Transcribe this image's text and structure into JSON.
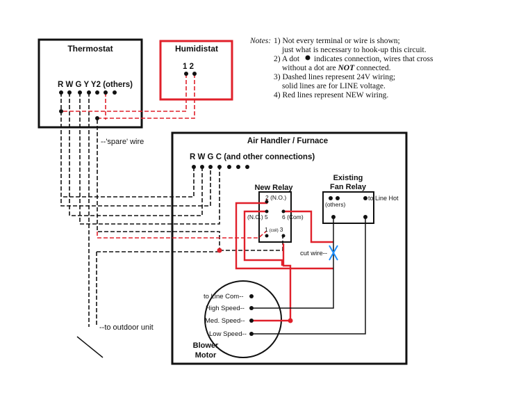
{
  "thermostat": {
    "title": "Thermostat",
    "terminals": "R W G  Y Y2 (others)"
  },
  "humidistat": {
    "title": "Humidistat",
    "terminals": "1  2"
  },
  "notes": {
    "heading": "Notes:",
    "n1a": "1) Not every terminal or wire is shown;",
    "n1b": "just what is necessary to hook-up this circuit.",
    "n2a_pre": "2) A dot",
    "n2a_post": "indicates connection, wires that cross",
    "n2b_pre": "without a dot are ",
    "n2b_not": "NOT",
    "n2b_post": " connected.",
    "n3a": "3) Dashed lines represent 24V wiring;",
    "n3b": "solid lines are for LINE voltage.",
    "n4": "4) Red lines represent NEW wiring."
  },
  "spare_wire_label": "--'spare' wire",
  "outdoor_unit_label": "--to outdoor unit",
  "air_handler": {
    "title": "Air Handler / Furnace",
    "terminals": "R W G  C  (and other connections)"
  },
  "new_relay": {
    "title": "New Relay",
    "no_label": "2 (N.O.)",
    "nc_label": "(N.C.) 5",
    "com_label": "6 (Com)",
    "coil_label_pre": "1",
    "coil_label_mid": "(coil)",
    "coil_label_post": "3"
  },
  "fan_relay": {
    "title_line1": "Existing",
    "title_line2": "Fan Relay",
    "others_label": "(others)",
    "line_hot_label": "to Line Hot"
  },
  "cut_wire_label": "cut wire--",
  "blower": {
    "line_com": "to Line Com--",
    "high": "High Speed--",
    "med": "Med. Speed--",
    "low": "Low Speed--",
    "title_line1": "Blower",
    "title_line2": "Motor"
  },
  "colors": {
    "new_wiring": "#e0202a",
    "existing_wiring": "#111111",
    "cut_mark": "#1e90ff"
  }
}
